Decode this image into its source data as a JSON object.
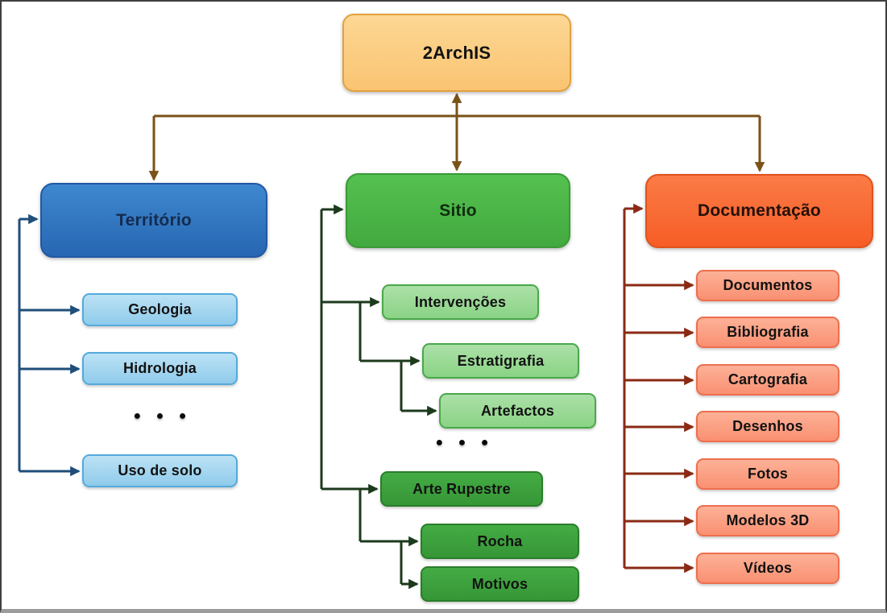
{
  "page": {
    "background": "#FFFFFF",
    "border_color": "#3F3F3F"
  },
  "diagram": {
    "root": {
      "label": "2ArchIS",
      "fill": "#FBCB7F",
      "border": "#E2A13F",
      "connector_color": "#7A5117"
    },
    "branches": [
      {
        "label": "Território",
        "fill": "#2E74C0",
        "border": "#2258A4",
        "connector_color": "#1F4E79",
        "children": [
          {
            "label": "Geologia"
          },
          {
            "label": "Hidrologia"
          },
          {
            "label": "● ● ●",
            "type": "ellipsis"
          },
          {
            "label": "Uso de solo"
          }
        ]
      },
      {
        "label": "Sitio",
        "fill": "#4CB748",
        "border": "#3B9A38",
        "connector_color": "#1C3A1C",
        "children": [
          {
            "label": "Intervenções",
            "children": [
              {
                "label": "Estratigrafia",
                "children": [
                  {
                    "label": "Artefactos"
                  }
                ]
              }
            ]
          },
          {
            "label": "● ● ●",
            "type": "ellipsis"
          },
          {
            "label": "Arte Rupestre",
            "children": [
              {
                "label": "Rocha"
              },
              {
                "label": "Motivos"
              }
            ]
          }
        ]
      },
      {
        "label": "Documentação",
        "fill": "#F9672F",
        "border": "#E0521C",
        "connector_color": "#8B2A14",
        "children": [
          {
            "label": "Documentos"
          },
          {
            "label": "Bibliografia"
          },
          {
            "label": "Cartografia"
          },
          {
            "label": "Desenhos"
          },
          {
            "label": "Fotos"
          },
          {
            "label": "Modelos 3D"
          },
          {
            "label": "Vídeos"
          }
        ]
      }
    ]
  }
}
